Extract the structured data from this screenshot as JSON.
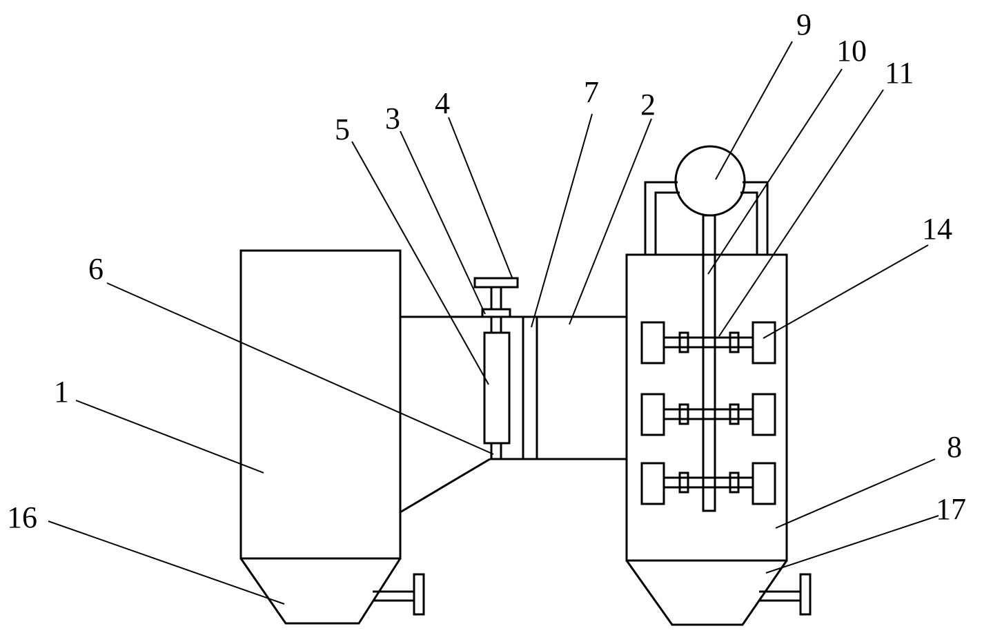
{
  "diagram": {
    "labels": {
      "l1": "1",
      "l2": "2",
      "l3": "3",
      "l4": "4",
      "l5": "5",
      "l6": "6",
      "l7": "7",
      "l8": "8",
      "l9": "9",
      "l10": "10",
      "l11": "11",
      "l14": "14",
      "l16": "16",
      "l17": "17"
    }
  }
}
